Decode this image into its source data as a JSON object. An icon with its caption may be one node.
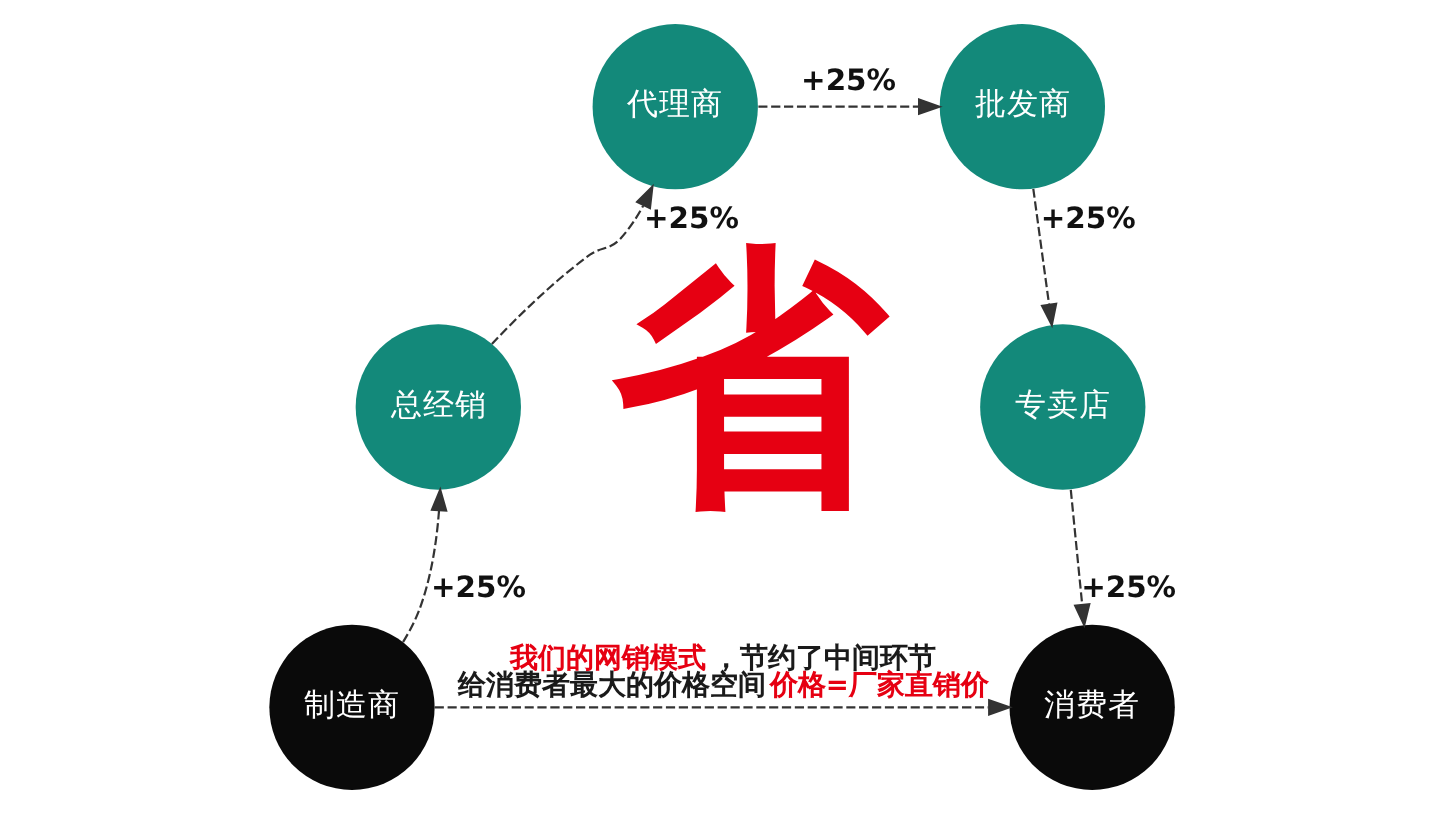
{
  "diagram": {
    "nodes": [
      {
        "text": [
          "制造商"
        ]
      },
      {
        "text": [
          "总经销"
        ]
      },
      {
        "text": [
          "代理商"
        ]
      },
      {
        "text": [
          "批发商"
        ]
      },
      {
        "text": [
          "专卖店"
        ]
      },
      {
        "text": [
          "消费者"
        ]
      }
    ],
    "edges": [
      {
        "from": 0,
        "to": 1,
        "arrow": "to",
        "label": "+25%",
        "style": "dashed"
      },
      {
        "from": 1,
        "to": 2,
        "arrow": "to",
        "label": "+25%",
        "style": "dashed"
      },
      {
        "from": 2,
        "to": 3,
        "arrow": "to",
        "label": "+25%",
        "style": "dashed"
      },
      {
        "from": 3,
        "to": 4,
        "arrow": "to",
        "label": "+25%",
        "style": "dashed"
      },
      {
        "from": 4,
        "to": 5,
        "arrow": "to",
        "label": "+25%",
        "style": "dashed"
      },
      {
        "from": 0,
        "to": 5,
        "arrow": "to",
        "label": "我们的网销模式 ，节约了中间环节给消费者最大的价格空间 价格=厂家直销价",
        "style": "dashed"
      }
    ],
    "labels": [
      "省"
    ]
  }
}
